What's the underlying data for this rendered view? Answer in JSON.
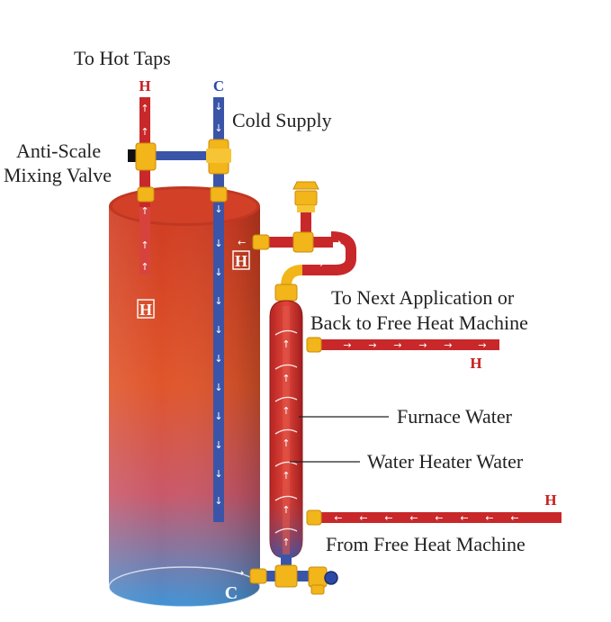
{
  "labels": {
    "to_hot_taps": "To Hot Taps",
    "hot_marker": "H",
    "cold_marker": "C",
    "cold_supply": "Cold Supply",
    "anti_scale_line1": "Anti-Scale",
    "anti_scale_line2": "Mixing Valve",
    "tank_hot": "H",
    "tank_hot_outlet": "H",
    "tank_cold": "C",
    "next_app_line1": "To Next Application or",
    "next_app_line2": "Back to Free Heat Machine",
    "next_app_h": "H",
    "furnace_water": "Furnace Water",
    "water_heater_water": "Water Heater Water",
    "from_h": "H",
    "from_free_heat": "From Free Heat Machine"
  },
  "colors": {
    "hot": "#c8282a",
    "cold": "#3a55a8",
    "fitting": "#f2b51a",
    "tank_top": "#d93a22",
    "tank_bottom": "#3f8fd0"
  }
}
